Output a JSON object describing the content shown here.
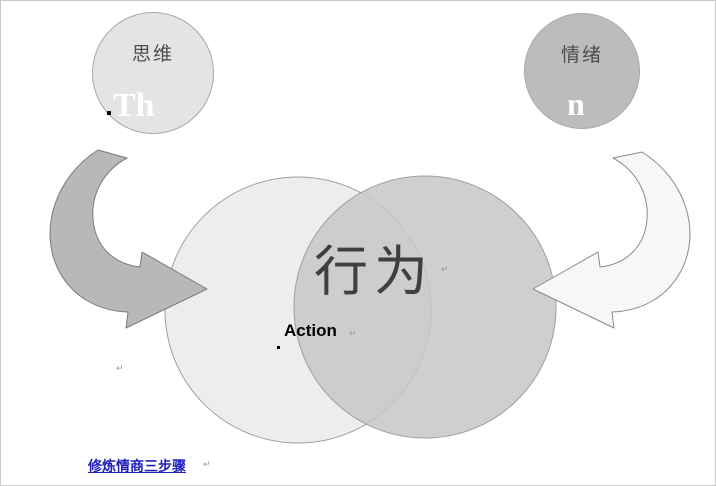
{
  "nodes": {
    "thinking": {
      "label": "思维",
      "partial": "Th"
    },
    "emotion": {
      "label": "情绪",
      "partial": "n"
    },
    "behavior": {
      "label": "行为",
      "sublabel": "Action"
    }
  },
  "footer": {
    "link": "修炼情商三步骤"
  },
  "artifacts": {
    "paragraph_mark": "↵"
  },
  "colors": {
    "thinking_circle_fill": "#e4e4e4",
    "emotion_circle_fill": "#bcbcbc",
    "left_venn_fill": "#ededed",
    "right_venn_fill": "#c7c7c7",
    "left_arrow_fill": "#b8b8b8",
    "right_arrow_fill": "#f7f7f7",
    "shape_stroke": "#9e9e9e",
    "link_color": "#2222bb",
    "behavior_text": "#3f3f3f"
  }
}
